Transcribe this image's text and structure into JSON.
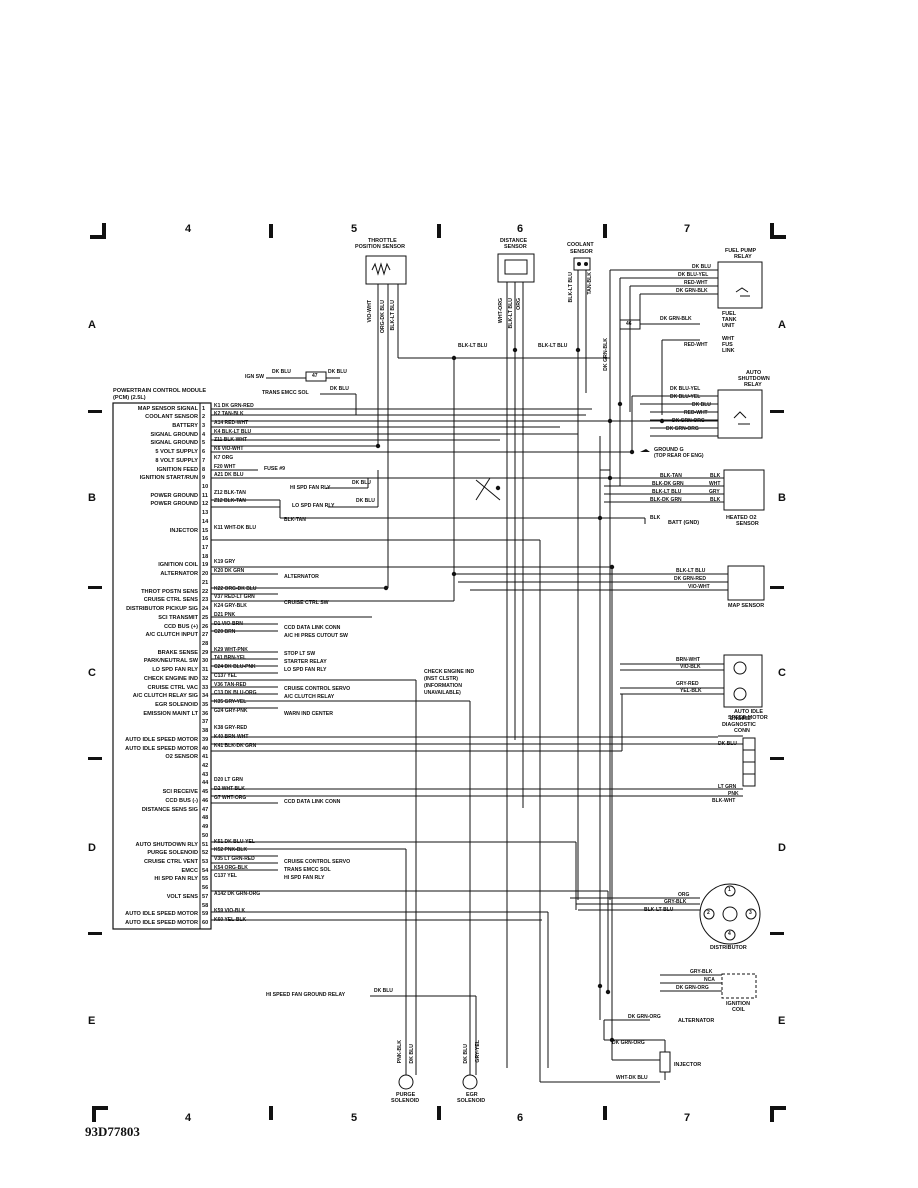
{
  "grid": {
    "columns_top": [
      "4",
      "5",
      "6",
      "7"
    ],
    "columns_bottom": [
      "4",
      "5",
      "6",
      "7"
    ],
    "rows_left": [
      "A",
      "B",
      "C",
      "D",
      "E"
    ],
    "rows_right": [
      "A",
      "B",
      "C",
      "D",
      "E"
    ]
  },
  "pcm": {
    "title": "POWERTRAIN CONTROL MODULE",
    "subtitle": "(PCM) (2.5L)",
    "pins": [
      {
        "num": "1",
        "func": "MAP SENSOR SIGNAL",
        "wire": "K1 DK GRN-RED"
      },
      {
        "num": "2",
        "func": "COOLANT SENSOR",
        "wire": "K2 TAN-BLK"
      },
      {
        "num": "3",
        "func": "BATTERY",
        "wire": "A14 RED-WHT"
      },
      {
        "num": "4",
        "func": "SIGNAL GROUND",
        "wire": "K4 BLK-LT BLU"
      },
      {
        "num": "5",
        "func": "SIGNAL GROUND",
        "wire": "Z11 BLK-WHT"
      },
      {
        "num": "6",
        "func": "5 VOLT SUPPLY",
        "wire": "K6 VIO-WHT"
      },
      {
        "num": "7",
        "func": "8 VOLT SUPPLY",
        "wire": "K7 ORG"
      },
      {
        "num": "8",
        "func": "IGNITION FEED",
        "wire": "F20 WHT"
      },
      {
        "num": "9",
        "func": "IGNITION START/RUN",
        "wire": "A21 DK BLU"
      },
      {
        "num": "10",
        "func": "",
        "wire": ""
      },
      {
        "num": "11",
        "func": "POWER GROUND",
        "wire": "Z12 BLK-TAN"
      },
      {
        "num": "12",
        "func": "POWER GROUND",
        "wire": "Z12 BLK-TAN"
      },
      {
        "num": "13",
        "func": "",
        "wire": ""
      },
      {
        "num": "14",
        "func": "",
        "wire": ""
      },
      {
        "num": "15",
        "func": "INJECTOR",
        "wire": "K11 WHT-DK BLU"
      },
      {
        "num": "16",
        "func": "",
        "wire": ""
      },
      {
        "num": "17",
        "func": "",
        "wire": ""
      },
      {
        "num": "18",
        "func": "",
        "wire": ""
      },
      {
        "num": "19",
        "func": "IGNITION COIL",
        "wire": "K19 GRY"
      },
      {
        "num": "20",
        "func": "ALTERNATOR",
        "wire": "K20 DK GRN"
      },
      {
        "num": "21",
        "func": "",
        "wire": ""
      },
      {
        "num": "22",
        "func": "THROT POSTN SENS",
        "wire": "K22 ORG-DK BLU"
      },
      {
        "num": "23",
        "func": "CRUISE CTRL SENS",
        "wire": "V37 RED-LT GRN"
      },
      {
        "num": "24",
        "func": "DISTRIBUTOR PICKUP SIG",
        "wire": "K24 GRY-BLK"
      },
      {
        "num": "25",
        "func": "SCI TRANSMIT",
        "wire": "D21 PNK"
      },
      {
        "num": "26",
        "func": "CCD BUS (+)",
        "wire": "D1 VIO-BRN"
      },
      {
        "num": "27",
        "func": "A/C CLUTCH INPUT",
        "wire": "C20 BRN"
      },
      {
        "num": "28",
        "func": "",
        "wire": ""
      },
      {
        "num": "29",
        "func": "BRAKE SENSE",
        "wire": "K29 WHT-PNK"
      },
      {
        "num": "30",
        "func": "PARK/NEUTRAL SW",
        "wire": "T41 BRN-YEL"
      },
      {
        "num": "31",
        "func": "LO SPD FAN RLY",
        "wire": "C24 DK BLU-PNK"
      },
      {
        "num": "32",
        "func": "CHECK ENGINE IND",
        "wire": "C137 YEL"
      },
      {
        "num": "33",
        "func": "CRUISE CTRL VAC",
        "wire": "V36 TAN-RED"
      },
      {
        "num": "34",
        "func": "A/C CLUTCH RELAY SIG",
        "wire": "C13 DK BLU-ORG"
      },
      {
        "num": "35",
        "func": "EGR SOLENOID",
        "wire": "K35 GRY-YEL"
      },
      {
        "num": "36",
        "func": "EMISSION MAINT LT",
        "wire": "G24 GRY-PNK"
      },
      {
        "num": "37",
        "func": "",
        "wire": ""
      },
      {
        "num": "38",
        "func": "",
        "wire": "K38 GRY-RED"
      },
      {
        "num": "39",
        "func": "AUTO IDLE SPEED MOTOR",
        "wire": "K40 BRN-WHT"
      },
      {
        "num": "40",
        "func": "AUTO IDLE SPEED MOTOR",
        "wire": "K41 BLK-DK GRN"
      },
      {
        "num": "41",
        "func": "O2 SENSOR",
        "wire": ""
      },
      {
        "num": "42",
        "func": "",
        "wire": ""
      },
      {
        "num": "43",
        "func": "",
        "wire": ""
      },
      {
        "num": "44",
        "func": "",
        "wire": "D20 LT GRN"
      },
      {
        "num": "45",
        "func": "SCI RECEIVE",
        "wire": "D2 WHT-BLK"
      },
      {
        "num": "46",
        "func": "CCD BUS (-)",
        "wire": "G7 WHT-ORG"
      },
      {
        "num": "47",
        "func": "DISTANCE SENS SIG",
        "wire": ""
      },
      {
        "num": "48",
        "func": "",
        "wire": ""
      },
      {
        "num": "49",
        "func": "",
        "wire": ""
      },
      {
        "num": "50",
        "func": "",
        "wire": ""
      },
      {
        "num": "51",
        "func": "AUTO SHUTDOWN RLY",
        "wire": "K51 DK BLU-YEL"
      },
      {
        "num": "52",
        "func": "PURGE SOLENOID",
        "wire": "K52 PNK-BLK"
      },
      {
        "num": "53",
        "func": "CRUISE CTRL VENT",
        "wire": "V35 LT GRN-RED"
      },
      {
        "num": "54",
        "func": "EMCC",
        "wire": "K54 ORG-BLK"
      },
      {
        "num": "55",
        "func": "HI SPD FAN RLY",
        "wire": "C137 YEL"
      },
      {
        "num": "56",
        "func": "",
        "wire": ""
      },
      {
        "num": "57",
        "func": "VOLT SENS",
        "wire": "A142 DK GRN-ORG"
      },
      {
        "num": "58",
        "func": "",
        "wire": ""
      },
      {
        "num": "59",
        "func": "AUTO IDLE SPEED MOTOR",
        "wire": "K59 VIO-BLK"
      },
      {
        "num": "60",
        "func": "AUTO IDLE SPEED MOTOR",
        "wire": "K60 YEL-BLK"
      }
    ]
  },
  "destinations": {
    "fuse": "FUSE #9",
    "alternator": "ALTERNATOR",
    "cruise_ctrl_sw": "CRUISE CTRL SW",
    "ccd_data_link_conn": "CCD DATA LINK CONN",
    "ac_hi_pres": "A/C HI PRES CUTOUT SW",
    "stop_lt_sw": "STOP LT SW",
    "starter_relay": "STARTER RELAY",
    "lo_spd_fan_rly": "LO SPD FAN RLY",
    "cruise_control_servo": "CRUISE CONTROL SERVO",
    "ac_clutch_relay": "A/C CLUTCH RELAY",
    "warn_ind_center": "WARN IND CENTER",
    "ccd_data_link_conn_2": "CCD DATA LINK CONN",
    "cruise_control_servo_2": "CRUISE CONTROL SERVO",
    "trans_emcc_sol": "TRANS EMCC SOL",
    "hi_spd_fan_rly": "HI SPD FAN RLY",
    "check_engine_ind": "CHECK ENGINE IND",
    "inst_clstr": "(INST CLSTR)",
    "info": "(INFORMATION",
    "unavailable": "UNAVAILABLE)",
    "ign_sw": "IGN SW",
    "ign_sw_wire": "DK BLU",
    "ign_sw_wire2": "DK BLU",
    "fuse_num_47": "47",
    "trans_emcc_sol_top": "TRANS EMCC SOL",
    "trans_emcc_wire": "DK BLU",
    "hi_spd_fan_rly_mid": "HI SPD FAN RLY",
    "hi_spd_fan_wire": "DK BLU",
    "lo_spd_fan_rly_mid": "LO SPD FAN RLY",
    "lo_spd_fan_wire": "DK BLU",
    "blk_tan": "BLK-TAN",
    "hi_speed_fan_ground_relay": "HI SPEED FAN GROUND RELAY",
    "hi_speed_fan_wire": "DK BLU"
  },
  "components": {
    "tps": {
      "label1": "THROTTLE",
      "label2": "POSITION SENSOR",
      "wires": [
        "VIO-WHT",
        "ORG-DK BLU",
        "BLK-LT BLU"
      ]
    },
    "distance": {
      "label1": "DISTANCE",
      "label2": "SENSOR",
      "wires": [
        "WHT-ORG",
        "BLK-LT BLU",
        "ORG"
      ]
    },
    "coolant": {
      "label1": "COOLANT",
      "label2": "SENSOR",
      "wires": [
        "BLK-LT BLU",
        "TAN-BLK"
      ]
    },
    "fuel_pump_relay": {
      "label1": "FUEL PUMP",
      "label2": "RELAY",
      "wires": [
        "DK BLU",
        "DK BLU-YEL",
        "RED-WHT",
        "DK GRN-BLK"
      ]
    },
    "fuel_tank": {
      "label1": "FUEL",
      "label2": "TANK",
      "label3": "UNIT",
      "wire": "DK GRN-BLK",
      "fuse": "46"
    },
    "wht_fus_link": {
      "label1": "WHT",
      "label2": "FUS",
      "label3": "LINK",
      "wire": "RED-WHT"
    },
    "asd_relay": {
      "label1": "AUTO",
      "label2": "SHUTDOWN",
      "label3": "RELAY",
      "wires": [
        "DK BLU-YEL",
        "DK BLU-YEL",
        "DK BLU",
        "RED-WHT",
        "DK GRN-ORG",
        "DK GRN-ORG"
      ]
    },
    "ground_g": {
      "label1": "GROUND G",
      "label2": "(TOP REAR OF ENG)"
    },
    "heated_o2": {
      "label1": "HEATED O2",
      "label2": "SENSOR",
      "left_wires": [
        "BLK-TAN",
        "BLK-DK GRN",
        "BLK-LT BLU",
        "BLK-DK GRN"
      ],
      "right_wires": [
        "BLK",
        "WHT",
        "GRY",
        "BLK"
      ]
    },
    "batt_gnd": {
      "wire": "BLK",
      "label": "BATT (GND)"
    },
    "map_sensor": {
      "label": "MAP SENSOR",
      "wires": [
        "BLK-LT BLU",
        "DK GRN-RED",
        "VIO-WHT"
      ]
    },
    "aism": {
      "label1": "AUTO IDLE",
      "label2": "SPEED MOTOR",
      "wires": [
        "BRN-WHT",
        "VIO-BLK",
        "GRY-RED",
        "YEL-BLK"
      ]
    },
    "diag_conn": {
      "label1": "ENGINE",
      "label2": "DIAGNOSTIC",
      "label3": "CONN",
      "wires": [
        "DK BLU",
        "LT GRN",
        "PNK",
        "BLK-WHT"
      ]
    },
    "distributor": {
      "label": "DISTRIBUTOR",
      "wires": [
        "ORG",
        "GRY-BLK",
        "BLK-LT BLU"
      ],
      "pins": [
        "1",
        "2",
        "3",
        "4"
      ]
    },
    "ignition_coil": {
      "label1": "IGNITION",
      "label2": "COIL",
      "wires": [
        "GRY-BLK",
        "NCA",
        "DK GRN-ORG"
      ]
    },
    "alternator_bottom": {
      "wire": "DK GRN-ORG",
      "label": "ALTERNATOR"
    },
    "injector": {
      "label": "INJECTOR",
      "wires": [
        "DK GRN-ORG",
        "WHT-DK BLU"
      ]
    },
    "purge": {
      "label1": "PURGE",
      "label2": "SOLENOID",
      "wires": [
        "PNK-BLK",
        "DK BLU"
      ]
    },
    "egr": {
      "label1": "EGR",
      "label2": "SOLENOID",
      "wires": [
        "DK BLU",
        "GRY-YEL"
      ]
    }
  },
  "splices": {
    "blk_lt_blu_1": "BLK-LT BLU",
    "blk_lt_blu_2": "BLK-LT BLU",
    "dk_grn_blk": "DK GRN-BLK"
  },
  "reference_code": "93D77803"
}
